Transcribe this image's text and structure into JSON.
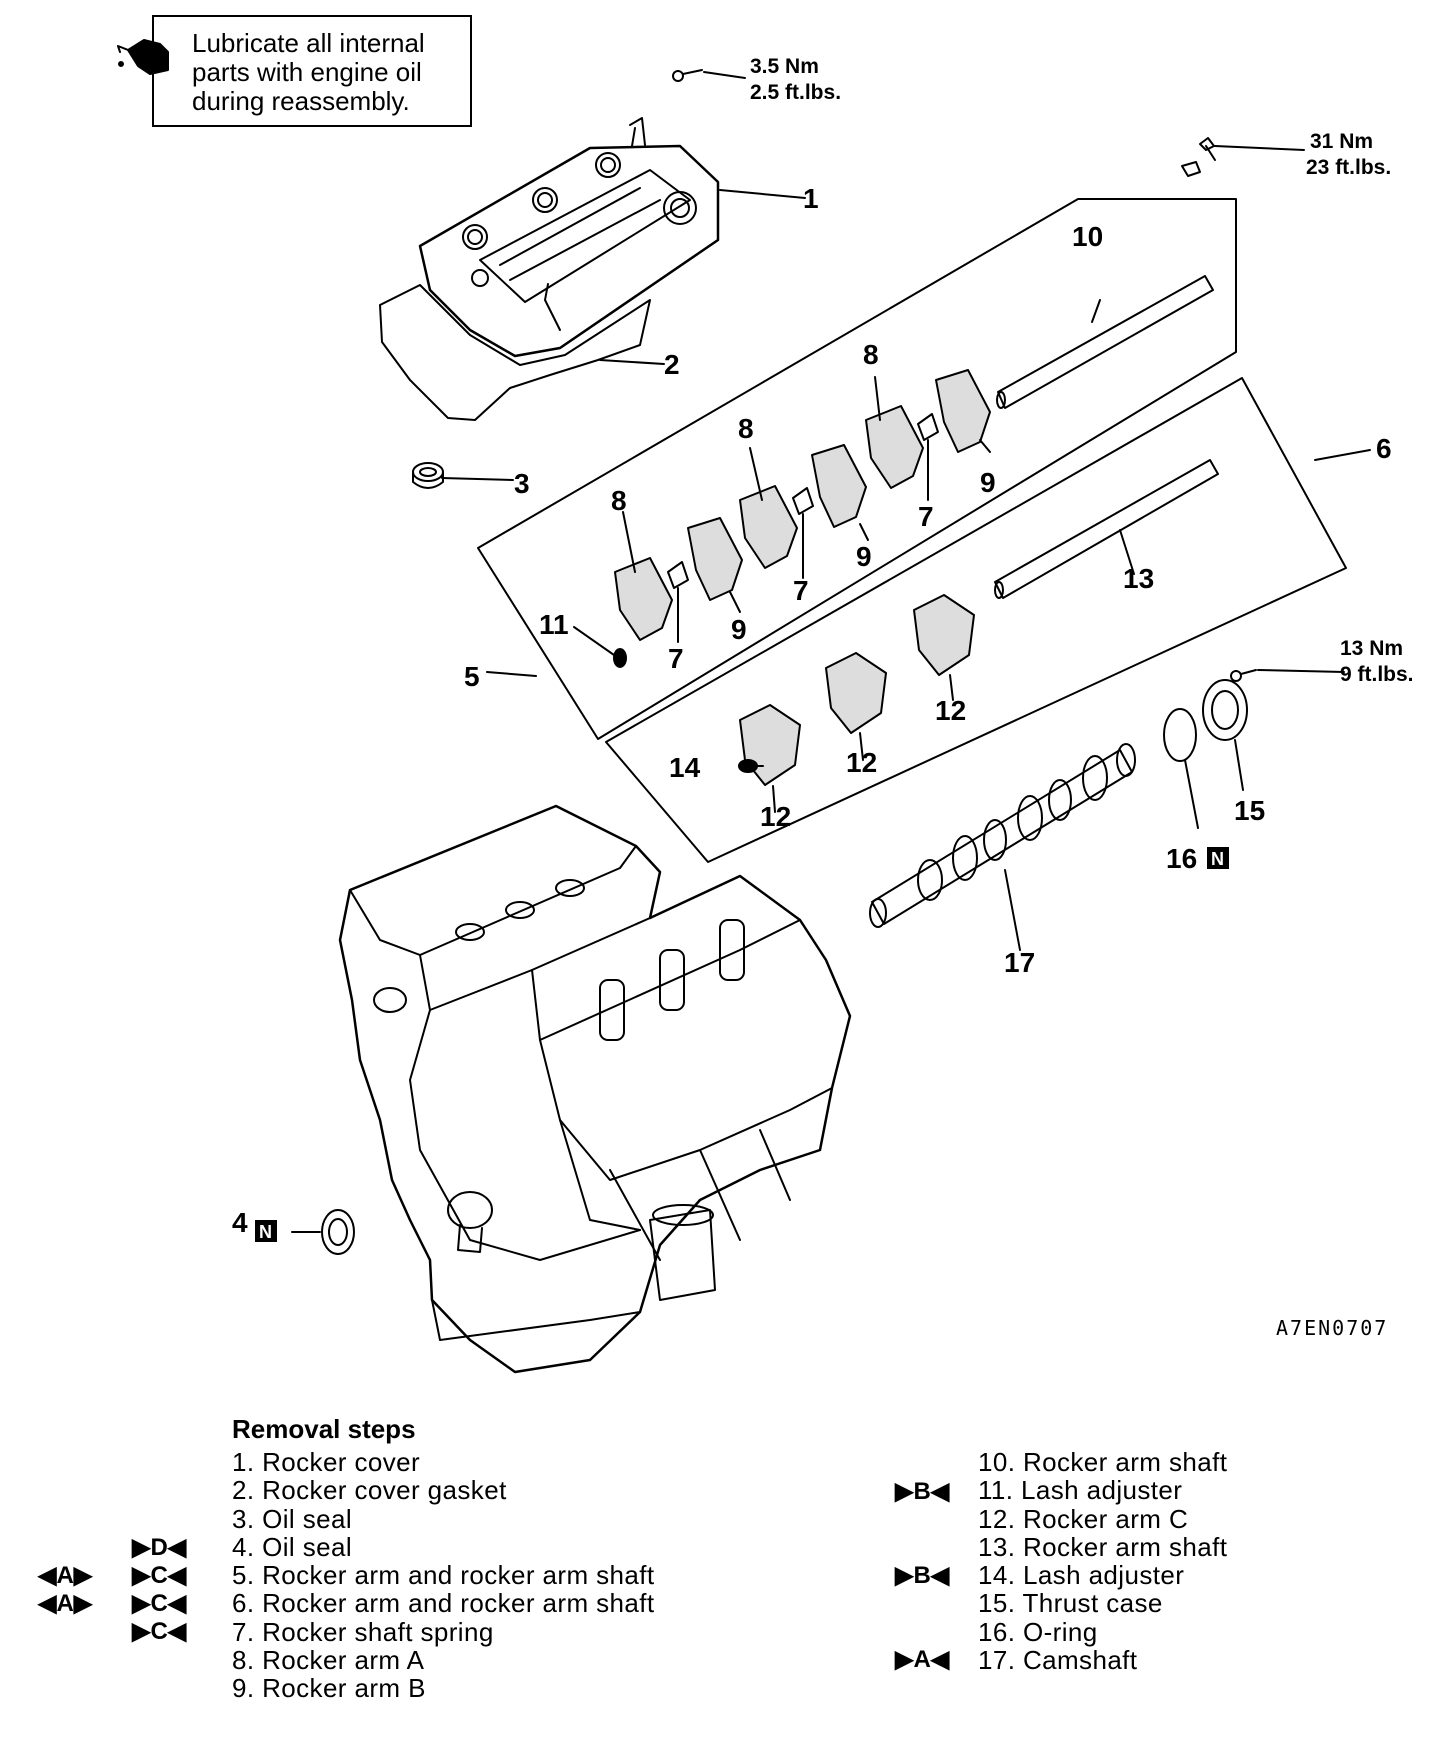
{
  "note": {
    "icon": "oil-can-icon",
    "lines": [
      "Lubricate all internal",
      "parts with engine oil",
      "during reassembly."
    ]
  },
  "torques": [
    {
      "nm": "3.5 Nm",
      "ftlbs": "2.5 ft.lbs."
    },
    {
      "nm": "31 Nm",
      "ftlbs": "23 ft.lbs."
    },
    {
      "nm": "13 Nm",
      "ftlbs": "9 ft.lbs."
    }
  ],
  "callouts": {
    "c1": "1",
    "c2": "2",
    "c3": "3",
    "c4": "4",
    "c5": "5",
    "c6": "6",
    "c7a": "7",
    "c7b": "7",
    "c7c": "7",
    "c8a": "8",
    "c8b": "8",
    "c8c": "8",
    "c9a": "9",
    "c9b": "9",
    "c9c": "9",
    "c10": "10",
    "c11": "11",
    "c12a": "12",
    "c12b": "12",
    "c12c": "12",
    "c13": "13",
    "c14": "14",
    "c15": "15",
    "c16": "16",
    "c17": "17",
    "n_mark": "N"
  },
  "drawing_code": "A7EN0707",
  "removal": {
    "title": "Removal steps",
    "left": [
      {
        "text": "1. Rocker cover",
        "inner": "",
        "outer": ""
      },
      {
        "text": "2. Rocker cover gasket",
        "inner": "",
        "outer": ""
      },
      {
        "text": "3. Oil seal",
        "inner": "",
        "outer": ""
      },
      {
        "text": "4. Oil seal",
        "inner": "▶D◀",
        "outer": ""
      },
      {
        "text": "5. Rocker arm and rocker arm shaft",
        "inner": "▶C◀",
        "outer": "◀A▶"
      },
      {
        "text": "6. Rocker arm and rocker arm shaft",
        "inner": "▶C◀",
        "outer": "◀A▶"
      },
      {
        "text": "7. Rocker shaft spring",
        "inner": "▶C◀",
        "outer": ""
      },
      {
        "text": "8. Rocker arm A",
        "inner": "",
        "outer": ""
      },
      {
        "text": "9. Rocker arm B",
        "inner": "",
        "outer": ""
      }
    ],
    "right": [
      {
        "text": "10. Rocker arm shaft",
        "mark": ""
      },
      {
        "text": "11. Lash adjuster",
        "mark": "▶B◀"
      },
      {
        "text": "12. Rocker arm C",
        "mark": ""
      },
      {
        "text": "13. Rocker arm shaft",
        "mark": ""
      },
      {
        "text": "14. Lash adjuster",
        "mark": "▶B◀"
      },
      {
        "text": "15. Thrust case",
        "mark": ""
      },
      {
        "text": "16. O-ring",
        "mark": ""
      },
      {
        "text": "17. Camshaft",
        "mark": "▶A◀"
      }
    ]
  }
}
